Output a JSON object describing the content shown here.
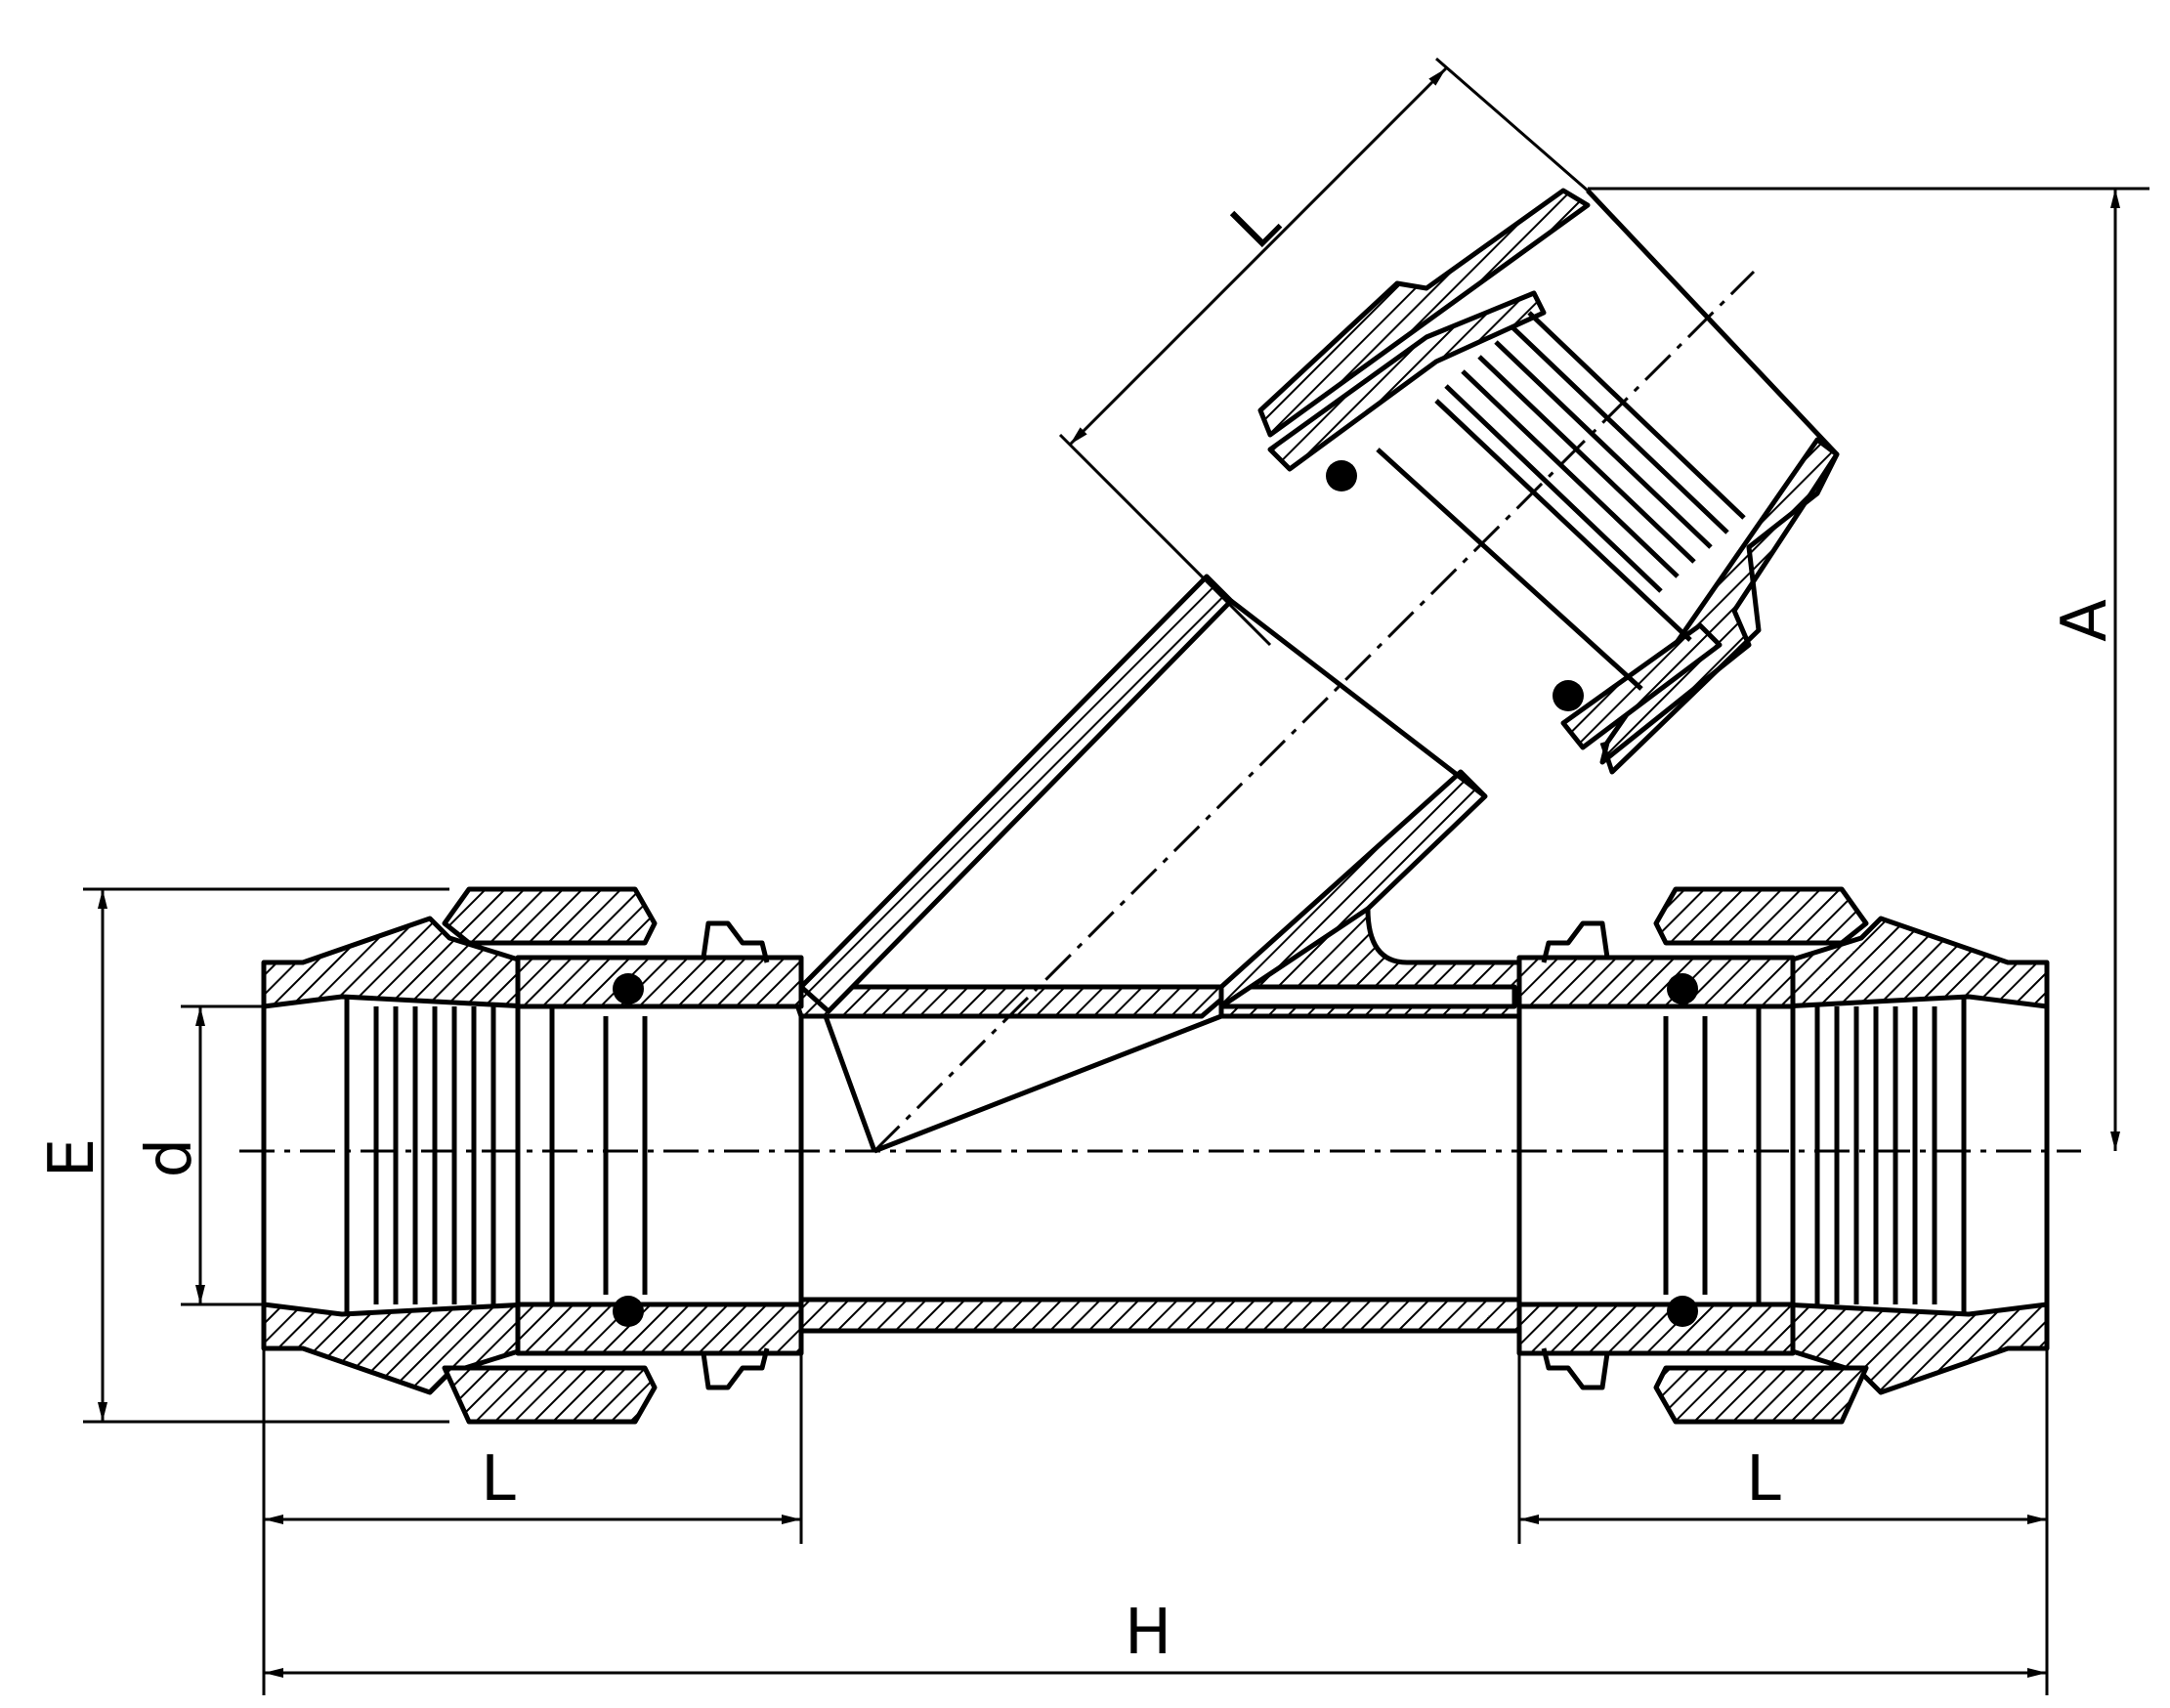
{
  "diagram": {
    "dimension_labels": {
      "length_branch": "L",
      "height": "A",
      "outer_diameter": "E",
      "bore": "d",
      "length_left": "L",
      "length_right": "L",
      "overall": "H"
    },
    "colors": {
      "line": "#000000",
      "background": "#ffffff"
    }
  }
}
